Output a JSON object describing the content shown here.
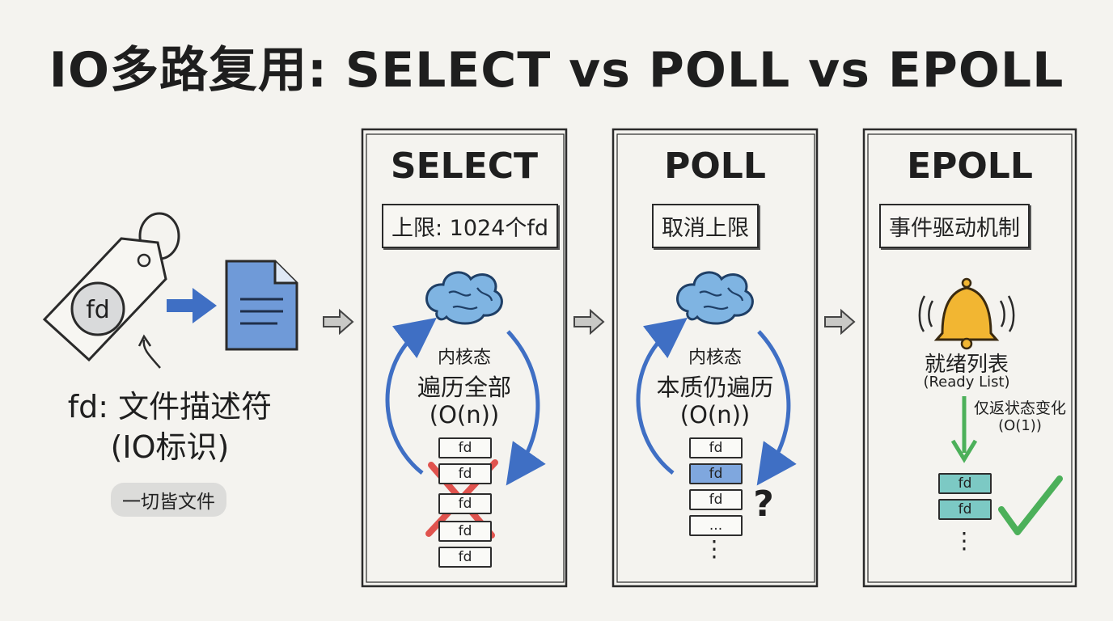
{
  "title": "IO多路复用: SELECT vs POLL vs EPOLL",
  "fd_intro": {
    "tag_label": "fd",
    "caption_line1": "fd: 文件描述符",
    "caption_line2": "(IO标识)",
    "pill": "一切皆文件"
  },
  "panels": [
    {
      "name": "SELECT",
      "label": "上限: 1024个fd",
      "state": "内核态",
      "desc": "遍历全部",
      "complexity": "(O(n))",
      "fd_items": [
        "fd",
        "fd",
        "fd",
        "fd",
        "fd"
      ]
    },
    {
      "name": "POLL",
      "label": "取消上限",
      "state": "内核态",
      "desc": "本质仍遍历",
      "complexity": "(O(n))",
      "fd_items": [
        "fd",
        "fd",
        "fd",
        "..."
      ],
      "mark": "?"
    },
    {
      "name": "EPOLL",
      "label": "事件驱动机制",
      "ready": "就绪列表",
      "ready_en": "(Ready List)",
      "change": "仅返状态变化",
      "complexity": "(O(1))",
      "fd_items": [
        "fd",
        "fd"
      ]
    }
  ],
  "icons": {
    "tag": "fd-tag-icon",
    "file": "file-document-icon",
    "brain": "brain-icon",
    "bell": "bell-icon",
    "cross": "red-cross-icon",
    "check": "green-check-icon"
  },
  "colors": {
    "blue_accent": "#3f6fc4",
    "teal_fd": "#7cc9c4",
    "red_cross": "#e0534e",
    "green_check": "#4cb05a",
    "bell_yellow": "#f2b632"
  }
}
